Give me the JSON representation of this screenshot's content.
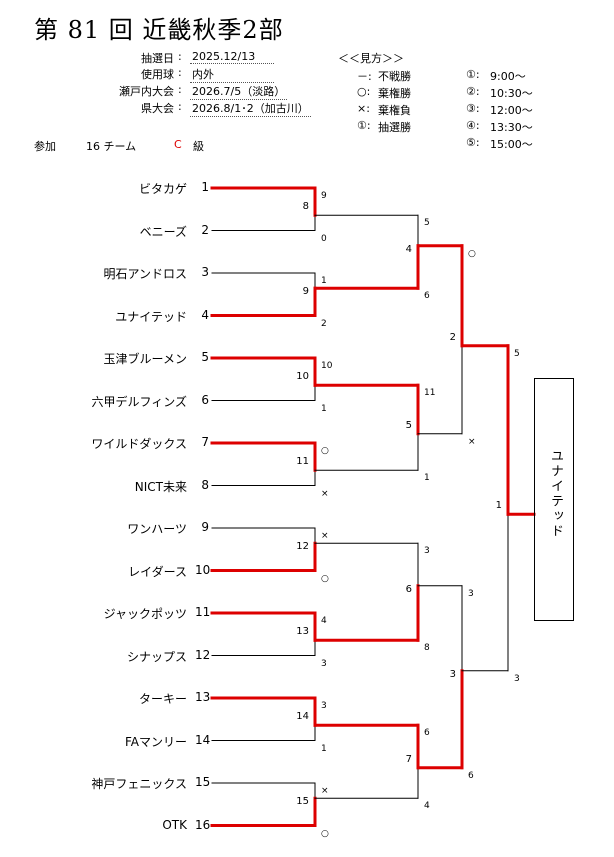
{
  "title": "第 81 回 近畿秋季2部",
  "info": [
    {
      "label": "抽選日",
      "value": "2025.12/13"
    },
    {
      "label": "使用球",
      "value": "内外"
    },
    {
      "label": "瀬戸内大会",
      "value": "2026.7/5（淡路）"
    },
    {
      "label": "県大会",
      "value": "2026.8/1･2（加古川）"
    }
  ],
  "legend": {
    "header": "＜＜見方＞＞",
    "items": [
      {
        "mark": "－:",
        "text": "不戦勝"
      },
      {
        "mark": "○:",
        "text": "棄権勝"
      },
      {
        "mark": "×:",
        "text": "棄権負"
      },
      {
        "mark": "①:",
        "text": "抽選勝"
      }
    ],
    "times": [
      {
        "mark": "①:",
        "text": "9:00～"
      },
      {
        "mark": "②:",
        "text": "10:30～"
      },
      {
        "mark": "③:",
        "text": "12:00～"
      },
      {
        "mark": "④:",
        "text": "13:30～"
      },
      {
        "mark": "⑤:",
        "text": "15:00～"
      }
    ]
  },
  "participation": {
    "label": "参加",
    "count": "16 チーム",
    "class_letter": "C",
    "class_suffix": "級"
  },
  "teams": [
    {
      "name": "ビタカゲ",
      "num": "1"
    },
    {
      "name": "ベニーズ",
      "num": "2"
    },
    {
      "name": "明石アンドロス",
      "num": "3"
    },
    {
      "name": "ユナイテッド",
      "num": "4"
    },
    {
      "name": "玉津ブルーメン",
      "num": "5"
    },
    {
      "name": "六甲デルフィンズ",
      "num": "6"
    },
    {
      "name": "ワイルドダックス",
      "num": "7"
    },
    {
      "name": "NICT未来",
      "num": "8"
    },
    {
      "name": "ワンハーツ",
      "num": "9"
    },
    {
      "name": "レイダース",
      "num": "10"
    },
    {
      "name": "ジャックポッツ",
      "num": "11"
    },
    {
      "name": "シナップス",
      "num": "12"
    },
    {
      "name": "ターキー",
      "num": "13"
    },
    {
      "name": "FAマンリー",
      "num": "14"
    },
    {
      "name": "神戸フェニックス",
      "num": "15"
    },
    {
      "name": "OTK",
      "num": "16"
    }
  ],
  "matches": [
    {
      "no": "8",
      "top": "9",
      "bottom": "0",
      "winner": "top"
    },
    {
      "no": "9",
      "top": "1",
      "bottom": "2",
      "winner": "bottom"
    },
    {
      "no": "10",
      "top": "10",
      "bottom": "1",
      "winner": "top"
    },
    {
      "no": "11",
      "top": "○",
      "bottom": "×",
      "winner": "top"
    },
    {
      "no": "12",
      "top": "×",
      "bottom": "○",
      "winner": "bottom"
    },
    {
      "no": "13",
      "top": "4",
      "bottom": "3",
      "winner": "top"
    },
    {
      "no": "14",
      "top": "3",
      "bottom": "1",
      "winner": "top"
    },
    {
      "no": "15",
      "top": "×",
      "bottom": "○",
      "winner": "bottom"
    },
    {
      "no": "4",
      "top": "5",
      "bottom": "6",
      "winner": "bottom"
    },
    {
      "no": "5",
      "top": "11",
      "bottom": "1",
      "winner": "top"
    },
    {
      "no": "6",
      "top": "3",
      "bottom": "8",
      "winner": "bottom"
    },
    {
      "no": "7",
      "top": "6",
      "bottom": "4",
      "winner": "top"
    },
    {
      "no": "2",
      "top": "○",
      "bottom": "×",
      "winner": "top"
    },
    {
      "no": "3",
      "top": "3",
      "bottom": "6",
      "winner": "bottom"
    },
    {
      "no": "1",
      "top": "5",
      "bottom": "3",
      "winner": "top"
    }
  ],
  "champion": "ユナイテッド",
  "colors": {
    "winner_line": "#dd0000",
    "class_letter": "#dd0000",
    "line": "#000000"
  }
}
